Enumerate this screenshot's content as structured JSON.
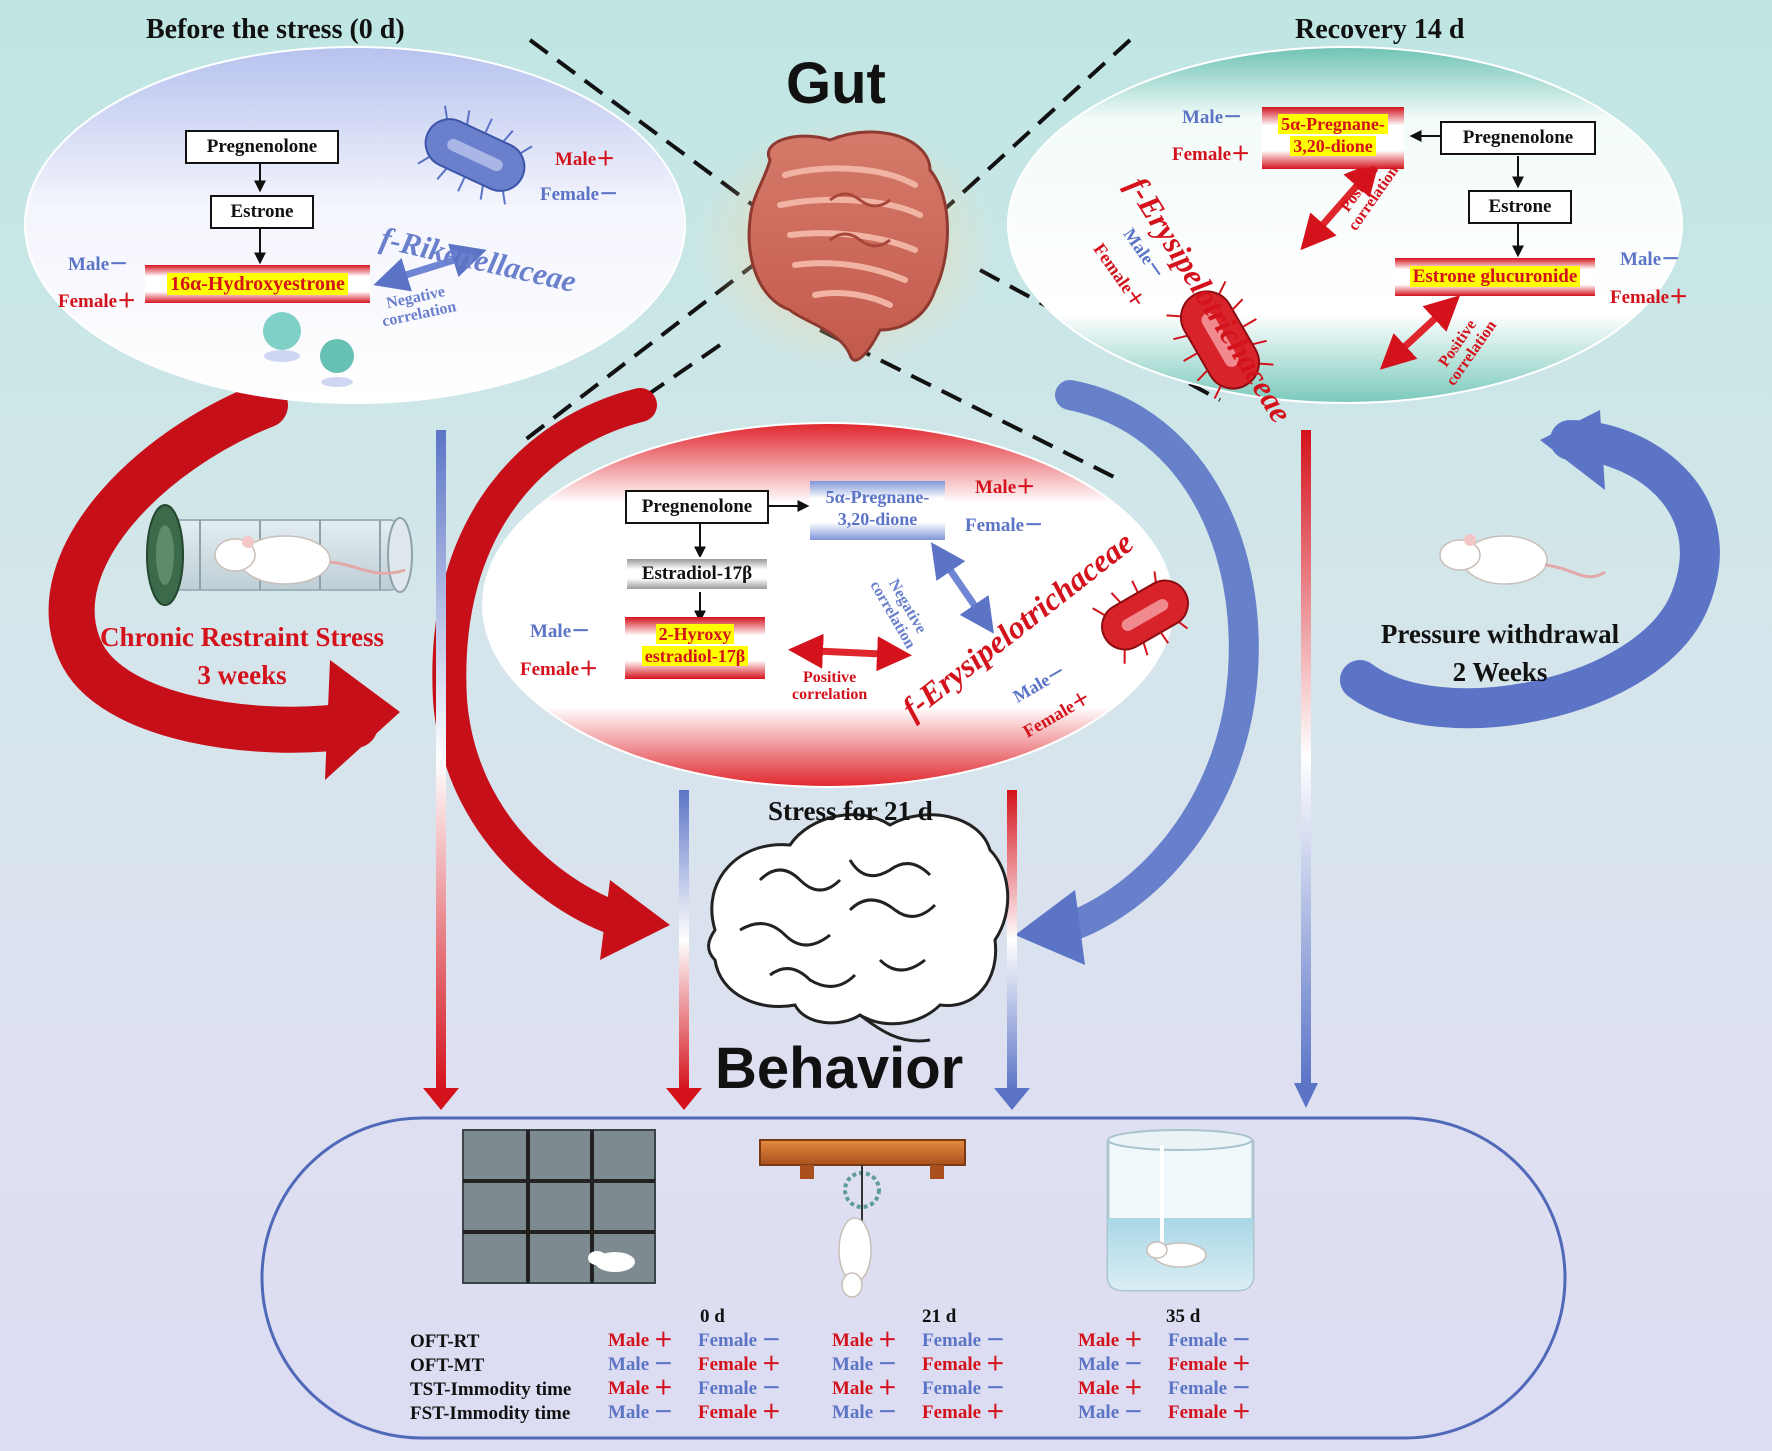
{
  "titles": {
    "before": "Before the stress (0 d)",
    "recovery": "Recovery 14 d",
    "gut": "Gut",
    "stress": "Stress for 21 d",
    "behavior": "Behavior"
  },
  "panel_before": {
    "pregnenolone": "Pregnenolone",
    "estrone": "Estrone",
    "metabolite": "16α-Hydroxyestrone",
    "male": "Male－",
    "female": "Female＋",
    "bacteria": "f-Rikenellaceae",
    "bact_male": "Male＋",
    "bact_female": "Female－",
    "corr_1": "Negative",
    "corr_2": "correlation"
  },
  "panel_recovery": {
    "pregnenolone": "Pregnenolone",
    "estrone": "Estrone",
    "metabolite_a_1": "5α-Pregnane-",
    "metabolite_a_2": "3,20-dione",
    "metabolite_b": "Estrone glucuronide",
    "male_a": "Male－",
    "female_a": "Female＋",
    "male_b": "Male－",
    "female_b": "Female＋",
    "bacteria": "f-Erysipelotrichaceae",
    "bact_male": "Male－",
    "bact_female": "Female＋",
    "corr_a_1": "Positive",
    "corr_a_2": "correlation",
    "corr_b_1": "Positive",
    "corr_b_2": "correlation"
  },
  "panel_stress": {
    "pregnenolone": "Pregnenolone",
    "estradiol": "Estradiol-17β",
    "metabolite_a_1": "2-Hyroxy",
    "metabolite_a_2": "estradiol-17β",
    "metabolite_b_1": "5α-Pregnane-",
    "metabolite_b_2": "3,20-dione",
    "male_a": "Male－",
    "female_a": "Female＋",
    "male_b": "Male＋",
    "female_b": "Female－",
    "bacteria": "f-Erysipelotrichaceae",
    "bact_male": "Male－",
    "bact_female": "Female＋",
    "corr_pos_1": "Positive",
    "corr_pos_2": "correlation",
    "corr_neg_1": "Negative",
    "corr_neg_2": "correlation"
  },
  "left_label": {
    "line1": "Chronic Restraint Stress",
    "line2": "3 weeks"
  },
  "right_label": {
    "line1": "Pressure withdrawal",
    "line2": "2 Weeks"
  },
  "behavior_table": {
    "rows": [
      "OFT-RT",
      "OFT-MT",
      "TST-Immodity time",
      "FST-Immodity time"
    ],
    "columns": [
      {
        "header": "0 d",
        "cells": [
          [
            "Male ＋",
            "Female －"
          ],
          [
            "Male －",
            "Female ＋"
          ],
          [
            "Male ＋",
            "Female －"
          ],
          [
            "Male －",
            "Female ＋"
          ]
        ]
      },
      {
        "header": "21 d",
        "cells": [
          [
            "Male ＋",
            "Female －"
          ],
          [
            "Male －",
            "Female ＋"
          ],
          [
            "Male ＋",
            "Female －"
          ],
          [
            "Male －",
            "Female ＋"
          ]
        ]
      },
      {
        "header": "35 d",
        "cells": [
          [
            "Male ＋",
            "Female －"
          ],
          [
            "Male －",
            "Female ＋"
          ],
          [
            "Male ＋",
            "Female －"
          ],
          [
            "Male －",
            "Female ＋"
          ]
        ]
      }
    ]
  },
  "colors": {
    "red": "#d4121c",
    "blue": "#5b74c6",
    "highlight": "#ffff00"
  }
}
